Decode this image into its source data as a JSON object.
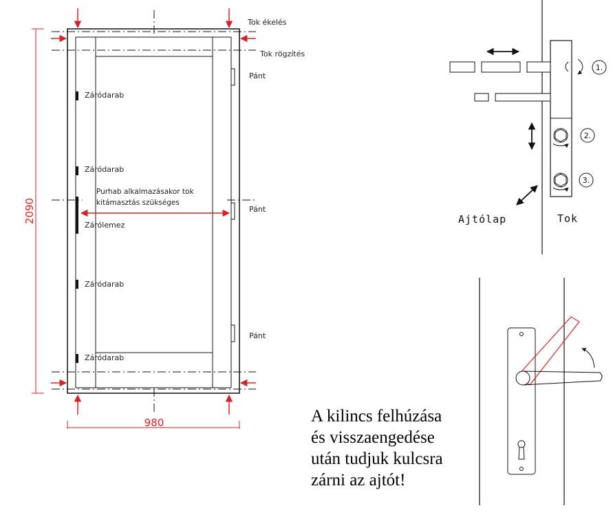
{
  "door_elevation": {
    "labels": {
      "tok_ekeles": "Tok ékelés",
      "tok_rogzites": "Tok rögzítés",
      "pant": "Pánt",
      "zarodarab": "Záródarab",
      "purhab_line1": "Purhab alkalmazásakor tok",
      "purhab_line2": "kitámasztás szükséges",
      "zarolemez": "Zárólemez"
    },
    "height": "2090",
    "width": "980"
  },
  "adjustment_detail": {
    "ajtolap": "Ajtólap",
    "tok": "Tok",
    "steps": [
      "1.",
      "2.",
      "3."
    ]
  },
  "note_lines": [
    "A kilincs felhúzása",
    "és visszaengedése",
    "után tudjuk kulcsra",
    "zárni az ajtót!"
  ],
  "colors": {
    "accent": "#e02020",
    "line": "#111111"
  }
}
